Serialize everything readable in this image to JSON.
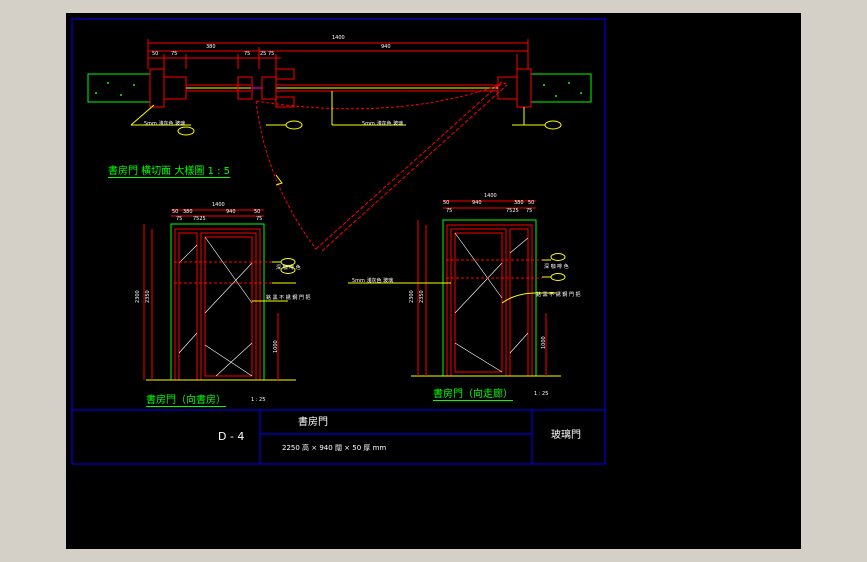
{
  "plan": {
    "title": "書房門 橫切面 大樣圖 1 : 5",
    "dims": {
      "overall": "1400",
      "left": "380",
      "right": "940",
      "a": "50",
      "b": "75",
      "c": "75",
      "d": "25",
      "e": "75"
    },
    "note1": "5mm 淺灰色 玻璃",
    "note2": "5mm 淺灰色 玻璃"
  },
  "elev1": {
    "title": "書房門（向書房）",
    "scale": "1 : 25",
    "dims": {
      "overall": "1400",
      "a": "50",
      "b": "380",
      "c": "940",
      "d": "50",
      "e": "75",
      "f": "7525",
      "g": "75"
    },
    "height_a": "2300",
    "height_b": "2350",
    "handle_h": "1000",
    "note1": "深 咖 啡 色",
    "note2": "銘 黑 不 銹 鋼 門 把"
  },
  "elev2": {
    "title": "書房門（向走廊）",
    "scale": "1 : 25",
    "dims": {
      "overall": "1400",
      "a": "50",
      "b": "940",
      "c": "380",
      "d": "50",
      "e": "75",
      "f": "7525",
      "g": "75"
    },
    "height_a": "2300",
    "height_b": "2350",
    "handle_h": "1000",
    "note1": "深 咖 啡 色",
    "note2": "銘 黑 不 銹 鋼 門 把",
    "note3": "5mm 淺灰色 玻璃"
  },
  "titleblock": {
    "code": "D - 4",
    "name": "書房門",
    "spec": "2250 高 × 940 闊 × 50 厚   mm",
    "type": "玻璃門"
  },
  "colors": {
    "border": "#0000ff",
    "dim": "#ff0000",
    "frame": "#00ff00",
    "text": "#ffff00",
    "label": "#00ff00",
    "tb": "#ffffff"
  }
}
